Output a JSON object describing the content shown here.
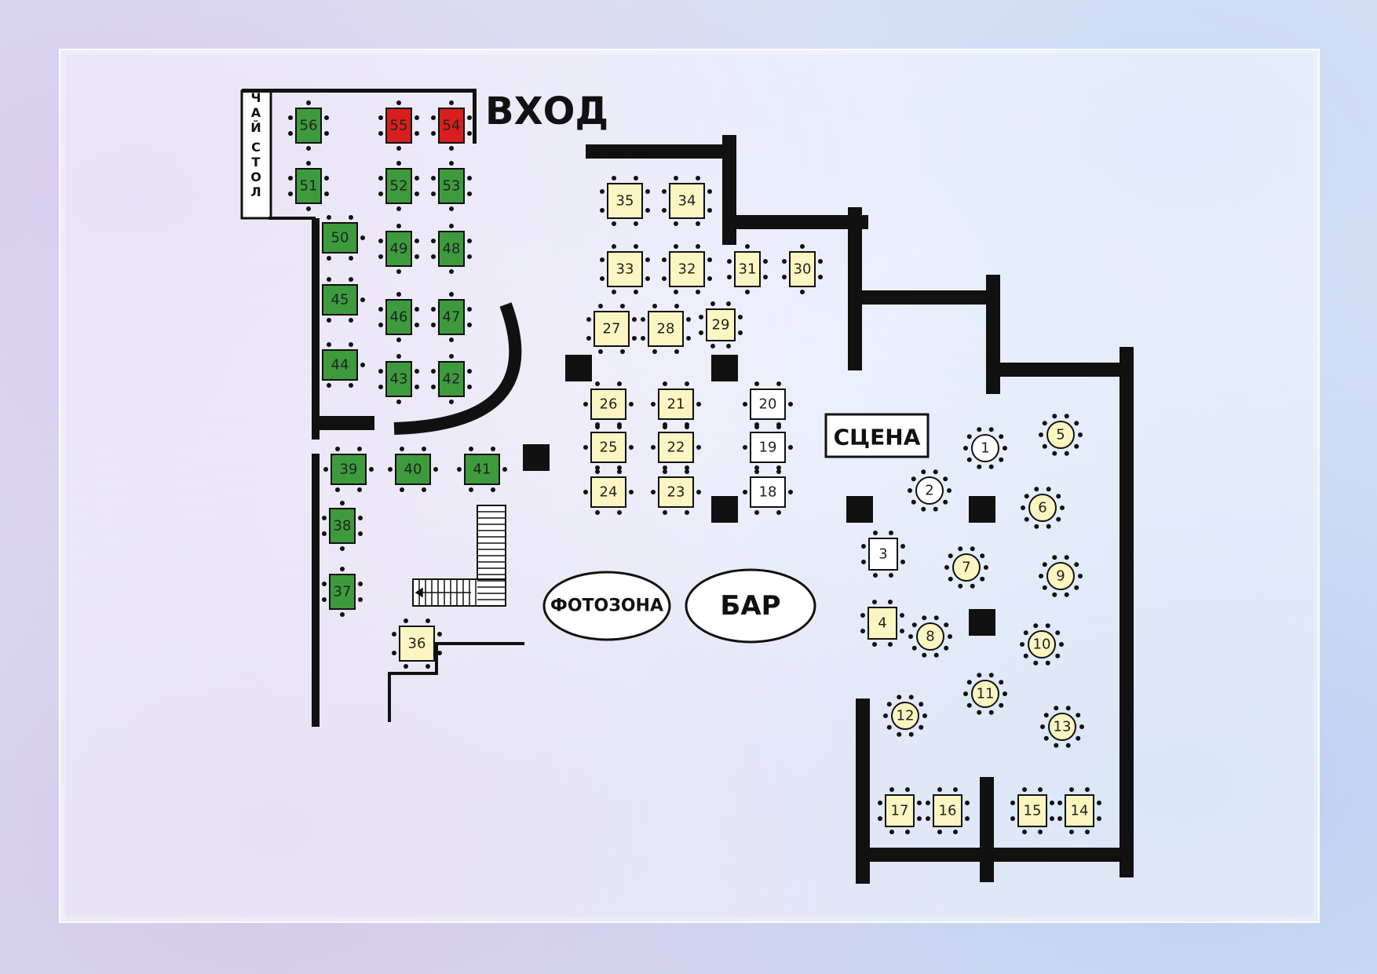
{
  "labels": {
    "entrance": "ВХОД",
    "tea_table": "ЧАЙ СТОЛ",
    "stage": "СЦЕНА",
    "photo_zone": "ФОТОЗОНА",
    "bar": "БАР"
  },
  "colors": {
    "green": "#3d9b3e",
    "red": "#d81e1e",
    "yellow": "#fbf6c1",
    "white": "#ffffff"
  },
  "tables": [
    {
      "num": "56",
      "color": "green",
      "shape": "rect-v"
    },
    {
      "num": "55",
      "color": "red",
      "shape": "rect-v"
    },
    {
      "num": "54",
      "color": "red",
      "shape": "rect-v"
    },
    {
      "num": "51",
      "color": "green",
      "shape": "rect-v"
    },
    {
      "num": "52",
      "color": "green",
      "shape": "rect-v"
    },
    {
      "num": "53",
      "color": "green",
      "shape": "rect-v"
    },
    {
      "num": "50",
      "color": "green",
      "shape": "rect-h"
    },
    {
      "num": "49",
      "color": "green",
      "shape": "rect-v"
    },
    {
      "num": "48",
      "color": "green",
      "shape": "rect-v"
    },
    {
      "num": "45",
      "color": "green",
      "shape": "rect-h"
    },
    {
      "num": "46",
      "color": "green",
      "shape": "rect-v"
    },
    {
      "num": "47",
      "color": "green",
      "shape": "rect-v"
    },
    {
      "num": "44",
      "color": "green",
      "shape": "rect-h"
    },
    {
      "num": "43",
      "color": "green",
      "shape": "rect-v"
    },
    {
      "num": "42",
      "color": "green",
      "shape": "rect-v"
    },
    {
      "num": "39",
      "color": "green",
      "shape": "rect-h"
    },
    {
      "num": "40",
      "color": "green",
      "shape": "rect-h"
    },
    {
      "num": "41",
      "color": "green",
      "shape": "rect-h"
    },
    {
      "num": "38",
      "color": "green",
      "shape": "rect-v"
    },
    {
      "num": "37",
      "color": "green",
      "shape": "rect-v"
    },
    {
      "num": "36",
      "color": "yellow",
      "shape": "square"
    },
    {
      "num": "35",
      "color": "yellow",
      "shape": "square"
    },
    {
      "num": "34",
      "color": "yellow",
      "shape": "square"
    },
    {
      "num": "33",
      "color": "yellow",
      "shape": "square"
    },
    {
      "num": "32",
      "color": "yellow",
      "shape": "square"
    },
    {
      "num": "31",
      "color": "yellow",
      "shape": "rect-v"
    },
    {
      "num": "30",
      "color": "yellow",
      "shape": "rect-v"
    },
    {
      "num": "27",
      "color": "yellow",
      "shape": "square"
    },
    {
      "num": "28",
      "color": "yellow",
      "shape": "square"
    },
    {
      "num": "29",
      "color": "yellow",
      "shape": "small"
    },
    {
      "num": "26",
      "color": "yellow",
      "shape": "rect-h"
    },
    {
      "num": "21",
      "color": "yellow",
      "shape": "rect-h"
    },
    {
      "num": "20",
      "color": "white",
      "shape": "rect-h"
    },
    {
      "num": "25",
      "color": "yellow",
      "shape": "rect-h"
    },
    {
      "num": "22",
      "color": "yellow",
      "shape": "rect-h"
    },
    {
      "num": "19",
      "color": "white",
      "shape": "rect-h"
    },
    {
      "num": "24",
      "color": "yellow",
      "shape": "rect-h"
    },
    {
      "num": "23",
      "color": "yellow",
      "shape": "rect-h"
    },
    {
      "num": "18",
      "color": "white",
      "shape": "rect-h"
    },
    {
      "num": "3",
      "color": "white",
      "shape": "small"
    },
    {
      "num": "4",
      "color": "yellow",
      "shape": "small"
    },
    {
      "num": "17",
      "color": "yellow",
      "shape": "small"
    },
    {
      "num": "16",
      "color": "yellow",
      "shape": "small"
    },
    {
      "num": "15",
      "color": "yellow",
      "shape": "small"
    },
    {
      "num": "14",
      "color": "yellow",
      "shape": "small"
    },
    {
      "num": "1",
      "color": "white",
      "shape": "round"
    },
    {
      "num": "2",
      "color": "white",
      "shape": "round"
    },
    {
      "num": "5",
      "color": "yellow",
      "shape": "round"
    },
    {
      "num": "6",
      "color": "yellow",
      "shape": "round"
    },
    {
      "num": "7",
      "color": "yellow",
      "shape": "round"
    },
    {
      "num": "8",
      "color": "yellow",
      "shape": "round"
    },
    {
      "num": "9",
      "color": "yellow",
      "shape": "round"
    },
    {
      "num": "10",
      "color": "yellow",
      "shape": "round"
    },
    {
      "num": "11",
      "color": "yellow",
      "shape": "round"
    },
    {
      "num": "12",
      "color": "yellow",
      "shape": "round"
    },
    {
      "num": "13",
      "color": "yellow",
      "shape": "round"
    }
  ]
}
